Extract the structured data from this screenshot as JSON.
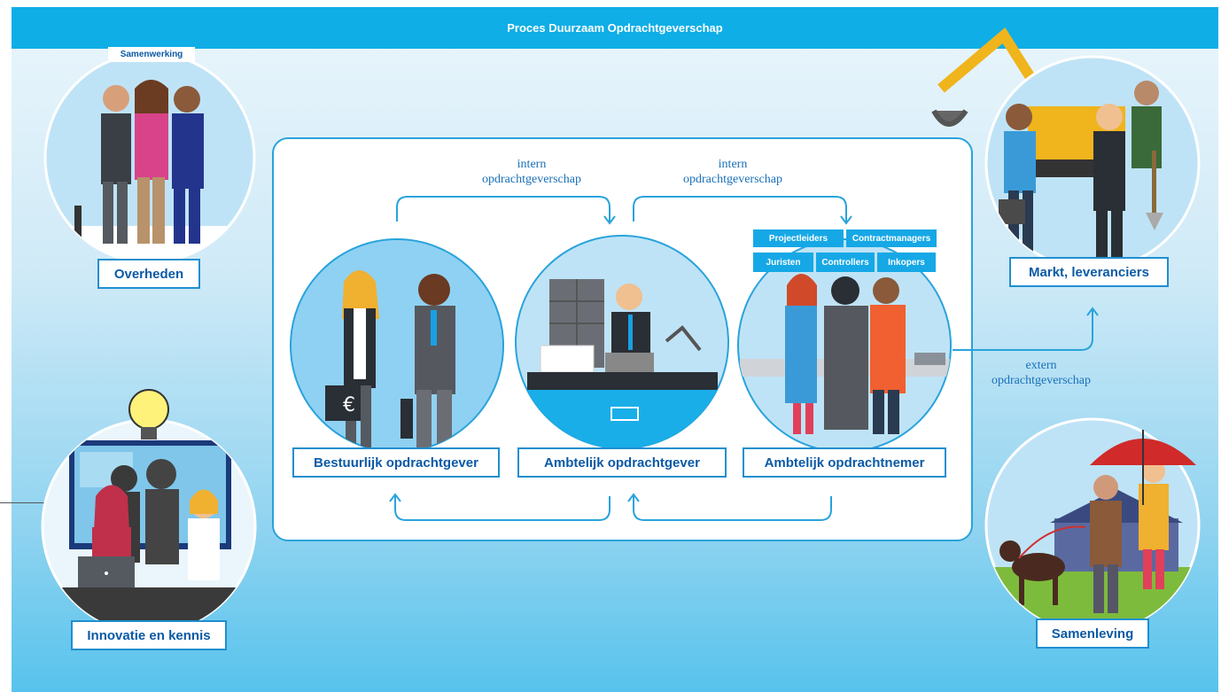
{
  "title": "Proces Duurzaam Opdrachtgeverschap",
  "colors": {
    "header": "#0faee6",
    "accent": "#16a8e6",
    "label_text": "#0b5aa6",
    "flow_text": "#1a70b8"
  },
  "stakeholders": {
    "overheden": {
      "label": "Overheden",
      "tag": "Samenwerking"
    },
    "markt": {
      "label": "Markt, leveranciers"
    },
    "innovatie": {
      "label": "Innovatie en kennis"
    },
    "samenleving": {
      "label": "Samenleving"
    }
  },
  "actors": {
    "bestuurlijk": {
      "label": "Bestuurlijk opdrachtgever"
    },
    "ambtelijk_gever": {
      "label": "Ambtelijk opdrachtgever"
    },
    "ambtelijk_nemer": {
      "label": "Ambtelijk opdrachtnemer"
    }
  },
  "roles": [
    "Projectleiders",
    "Contractmanagers",
    "Juristen",
    "Controllers",
    "Inkopers"
  ],
  "flows": {
    "intern_1": {
      "line1": "intern",
      "line2": "opdrachtgeverschap"
    },
    "intern_2": {
      "line1": "intern",
      "line2": "opdrachtgeverschap"
    },
    "extern": {
      "line1": "extern",
      "line2": "opdrachtgeverschap"
    }
  },
  "icons": {
    "euro": "€"
  }
}
